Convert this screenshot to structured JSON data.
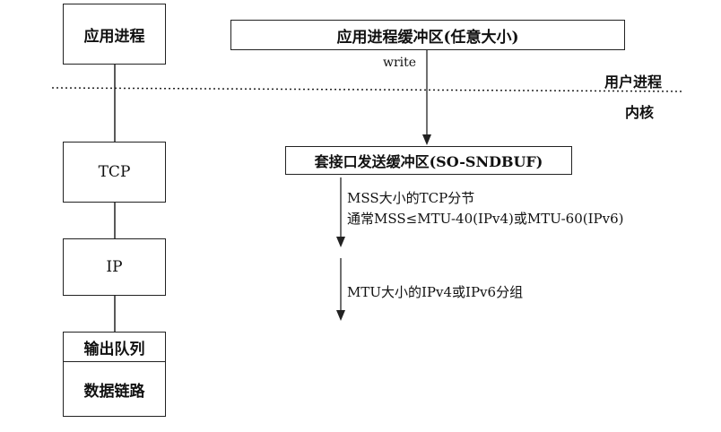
{
  "left_stack": {
    "app_process": "应用进程",
    "tcp": "TCP",
    "ip": "IP",
    "output_queue": "输出队列",
    "data_link": "数据链路"
  },
  "app_buffer": "应用进程缓冲区(任意大小)",
  "write_label": "write",
  "user_process_label": "用户进程",
  "kernel_label": "内核",
  "socket_buffer": "套接口发送缓冲区(SO-SNDBUF)",
  "tcp_segment_line1": "MSS大小的TCP分节",
  "tcp_segment_line2": "通常MSS≤MTU-40(IPv4)或MTU-60(IPv6)",
  "ip_packet": "MTU大小的IPv4或IPv6分组"
}
